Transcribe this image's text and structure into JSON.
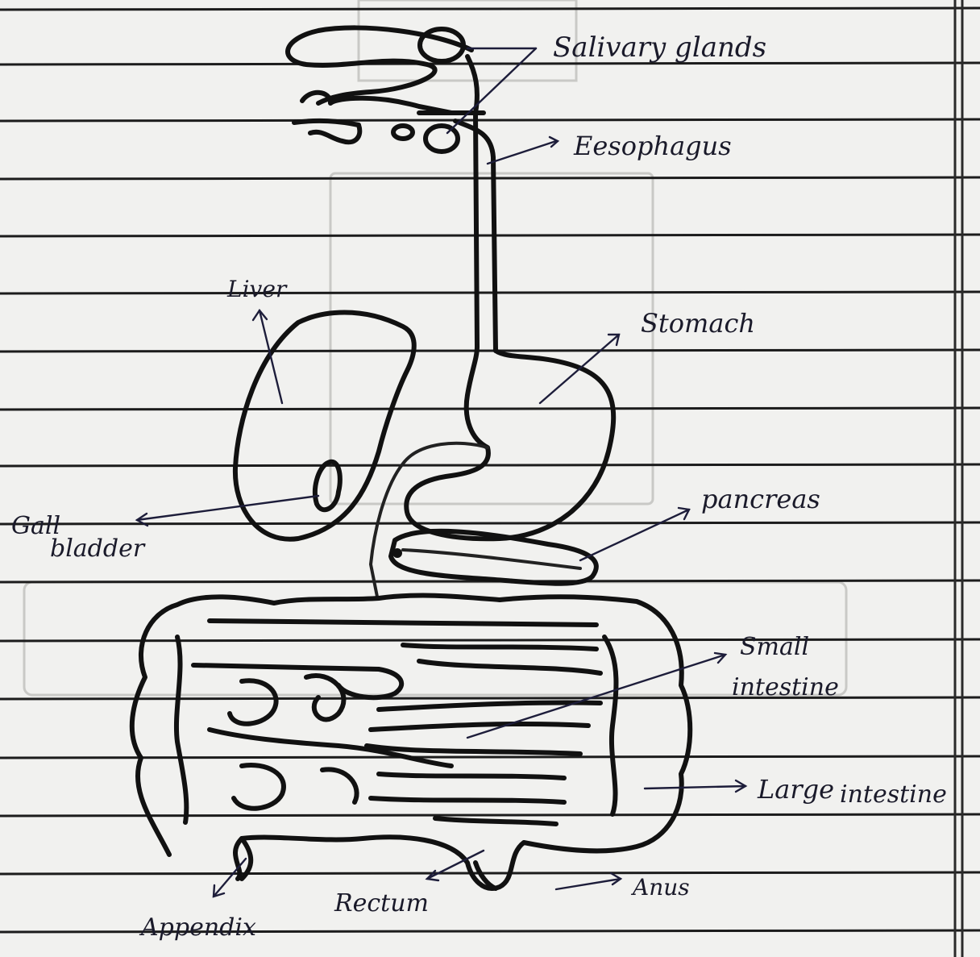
{
  "diagram": {
    "labels": {
      "salivary_glands": "Salivary glands",
      "oesophagus": "Eesophagus",
      "liver": "Liver",
      "stomach": "Stomach",
      "gall_bladder_1": "Gall",
      "gall_bladder_2": "bladder",
      "pancreas": "pancreas",
      "small_intestine_1": "Small",
      "small_intestine_2": "intestine",
      "large_intestine_1": "Large",
      "large_intestine_2": "intestine",
      "appendix": "Appendix",
      "rectum": "Rectum",
      "anus": "Anus"
    },
    "colors": {
      "paper": "#f1f1ef",
      "ruled_line": "#1c1c1c",
      "ink": "#111111",
      "label_ink": "#1a1a2a"
    }
  }
}
